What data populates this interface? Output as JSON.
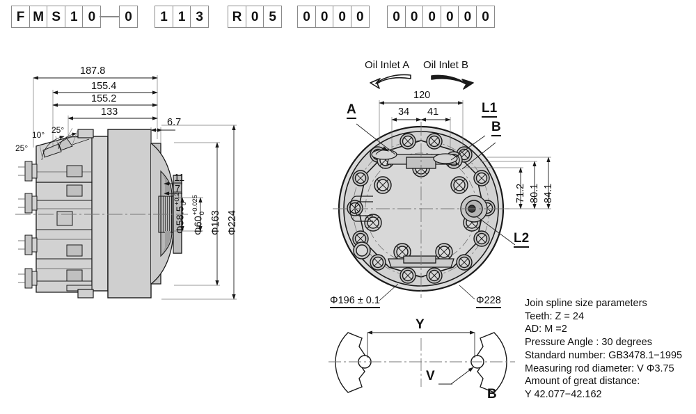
{
  "model_code": {
    "groups": [
      {
        "name": "series",
        "cells": [
          "F",
          "M",
          "S",
          "1",
          "0"
        ]
      },
      {
        "name": "displacement",
        "cells": [
          "0"
        ]
      },
      {
        "name": "size",
        "cells": [
          "1",
          "1",
          "3"
        ]
      },
      {
        "name": "shaft",
        "cells": [
          "R",
          "0",
          "5"
        ]
      },
      {
        "name": "options",
        "cells": [
          "0",
          "0",
          "0",
          "0"
        ]
      },
      {
        "name": "serial",
        "cells": [
          "0",
          "0",
          "0",
          "0",
          "0",
          "0"
        ]
      }
    ]
  },
  "section_view": {
    "name": "side-section-view",
    "horizontal_dims": [
      "187.8",
      "155.4",
      "155.2",
      "133",
      "6.7"
    ],
    "angles": [
      "10°",
      "25°",
      "25°"
    ],
    "small_dims": [
      "11",
      "7"
    ],
    "diameters": [
      {
        "value": "Φ58.5",
        "tol_upper": "+0.2",
        "tol_lower": "0"
      },
      {
        "value": "Φ60",
        "tol_upper": "+0.025",
        "tol_lower": "0"
      },
      {
        "value": "Φ163",
        "tol_upper": "",
        "tol_lower": ""
      },
      {
        "value": "Φ224",
        "tol_upper": "",
        "tol_lower": ""
      }
    ]
  },
  "front_view": {
    "name": "front-circular-view",
    "oil_inlet_a": "Oil Inlet A",
    "oil_inlet_b": "Oil Inlet B",
    "horizontal_dims": [
      "120",
      "34",
      "41"
    ],
    "vertical_dims": [
      "71.2",
      "80.1",
      "84.1"
    ],
    "port_labels": [
      "A",
      "B",
      "L1",
      "L2"
    ],
    "outer_diameters": [
      "Φ196 ± 0.1",
      "Φ228"
    ]
  },
  "spline_detail": {
    "name": "spline-measurement-detail",
    "dim_y": "Y",
    "rod_label": "V",
    "view_label": "B"
  },
  "spline_params": {
    "title": "Join spline size parameters",
    "lines": [
      "Teeth:  Z = 24",
      "AD: M =2",
      "Pressure Angle : 30 degrees",
      "Standard number: GB3478.1−1995",
      "Measuring rod diameter: V Φ3.75",
      "Amount of great distance:",
      "Y 42.077−42.162"
    ]
  },
  "colors": {
    "line": "#1a1a1a",
    "fill_light": "#e2e2e2",
    "fill_mid": "#c9c9c9",
    "fill_dark": "#9a9a9a",
    "box_border": "#8a8a8a"
  }
}
